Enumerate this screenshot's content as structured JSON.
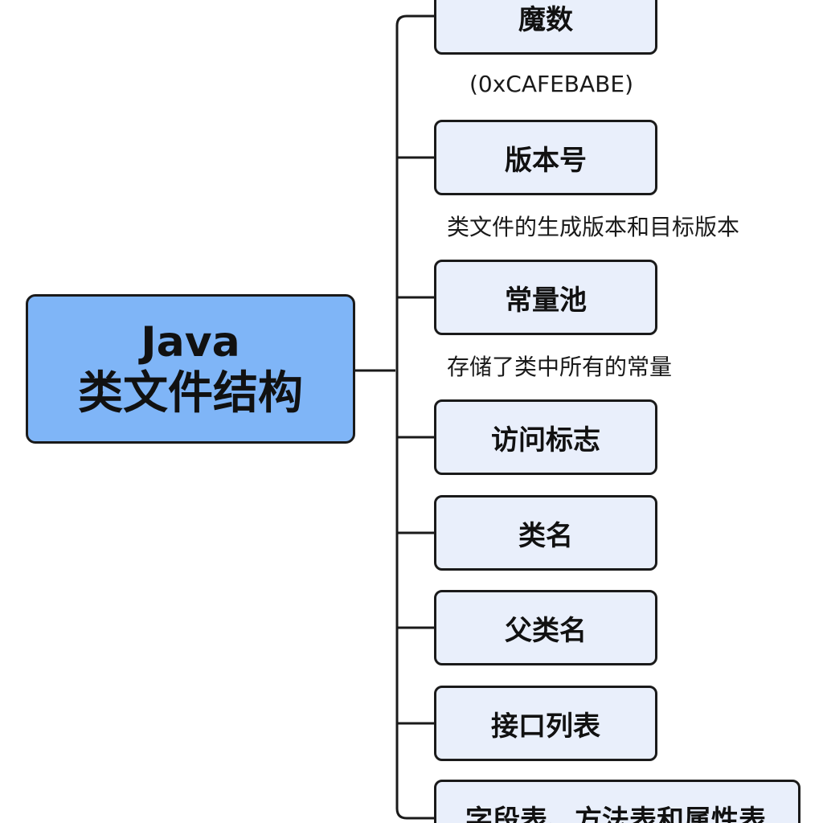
{
  "root": {
    "line1": "Java",
    "line2": "类文件结构"
  },
  "children": [
    {
      "label": "魔数",
      "note": "(0xCAFEBABE)"
    },
    {
      "label": "版本号",
      "note": "类文件的生成版本和目标版本"
    },
    {
      "label": "常量池",
      "note": "存储了类中所有的常量"
    },
    {
      "label": "访问标志",
      "note": ""
    },
    {
      "label": "类名",
      "note": ""
    },
    {
      "label": "父类名",
      "note": ""
    },
    {
      "label": "接口列表",
      "note": ""
    },
    {
      "label": "字段表、方法表和属性表",
      "note": ""
    }
  ],
  "colors": {
    "root_fill": "#7fb5f7",
    "child_fill": "#e9effb",
    "stroke": "#1a1a1a"
  }
}
